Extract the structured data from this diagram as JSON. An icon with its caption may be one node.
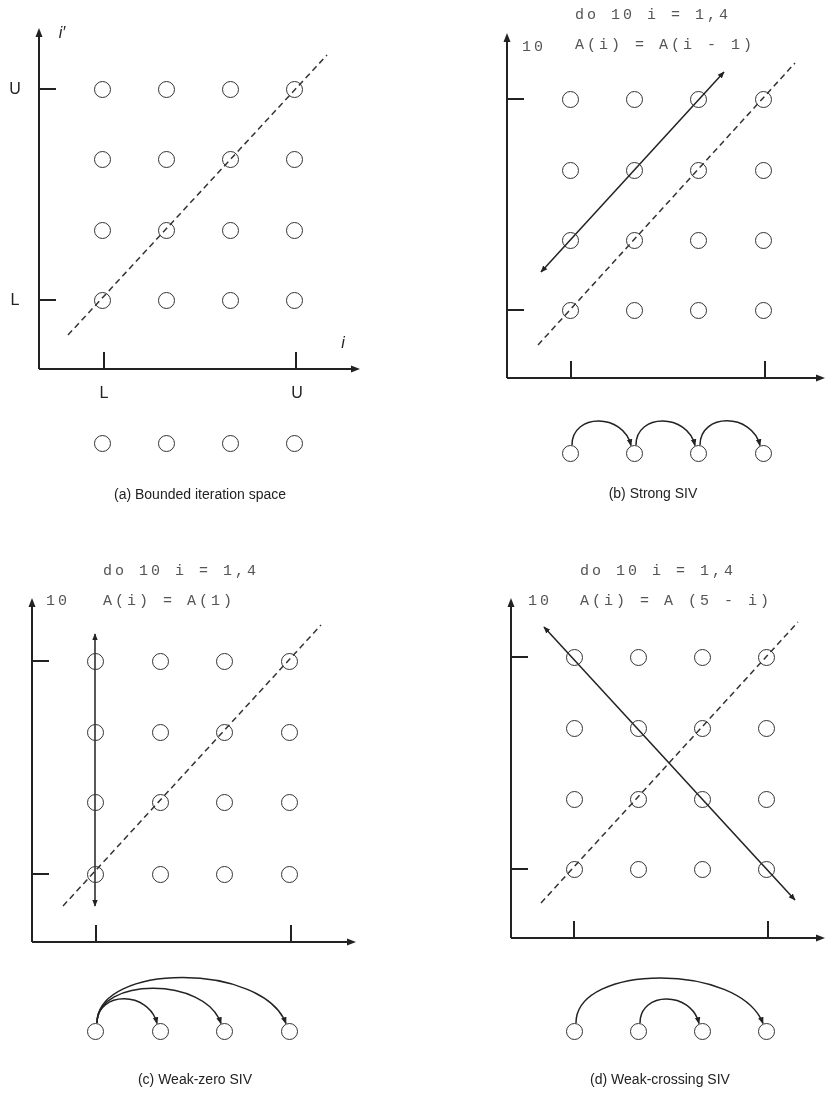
{
  "diagram": {
    "nodes": [
      {
        "text": [],
        "shape": "circle"
      },
      {
        "text": [],
        "shape": "circle"
      },
      {
        "text": [],
        "shape": "circle"
      },
      {
        "text": [],
        "shape": "circle"
      },
      {
        "text": [],
        "shape": "circle"
      },
      {
        "text": [],
        "shape": "circle"
      },
      {
        "text": [],
        "shape": "circle"
      },
      {
        "text": [],
        "shape": "circle"
      },
      {
        "text": [],
        "shape": "circle"
      },
      {
        "text": [],
        "shape": "circle"
      },
      {
        "text": [],
        "shape": "circle"
      },
      {
        "text": [],
        "shape": "circle"
      },
      {
        "text": [],
        "shape": "circle"
      },
      {
        "text": [],
        "shape": "circle"
      },
      {
        "text": [],
        "shape": "circle"
      },
      {
        "text": [],
        "shape": "circle"
      },
      {
        "text": [],
        "shape": "circle"
      },
      {
        "text": [],
        "shape": "circle"
      },
      {
        "text": [],
        "shape": "circle"
      },
      {
        "text": [],
        "shape": "circle"
      },
      {
        "text": [],
        "shape": "circle"
      },
      {
        "text": [],
        "shape": "circle"
      },
      {
        "text": [],
        "shape": "circle"
      },
      {
        "text": [],
        "shape": "circle"
      },
      {
        "text": [],
        "shape": "circle"
      },
      {
        "text": [],
        "shape": "circle"
      },
      {
        "text": [],
        "shape": "circle"
      },
      {
        "text": [],
        "shape": "circle"
      },
      {
        "text": [],
        "shape": "circle"
      },
      {
        "text": [],
        "shape": "circle"
      },
      {
        "text": [],
        "shape": "circle"
      },
      {
        "text": [],
        "shape": "circle"
      },
      {
        "text": [],
        "shape": "circle"
      },
      {
        "text": [],
        "shape": "circle"
      },
      {
        "text": [],
        "shape": "circle"
      },
      {
        "text": [],
        "shape": "circle"
      },
      {
        "text": [],
        "shape": "circle"
      },
      {
        "text": [],
        "shape": "circle"
      },
      {
        "text": [],
        "shape": "circle"
      },
      {
        "text": [],
        "shape": "circle"
      },
      {
        "text": [],
        "shape": "circle"
      },
      {
        "text": [],
        "shape": "circle"
      },
      {
        "text": [],
        "shape": "circle"
      },
      {
        "text": [],
        "shape": "circle"
      },
      {
        "text": [],
        "shape": "circle"
      },
      {
        "text": [],
        "shape": "circle"
      },
      {
        "text": [],
        "shape": "circle"
      },
      {
        "text": [],
        "shape": "circle"
      },
      {
        "text": [],
        "shape": "circle"
      },
      {
        "text": [],
        "shape": "circle"
      },
      {
        "text": [],
        "shape": "circle"
      },
      {
        "text": [],
        "shape": "circle"
      },
      {
        "text": [],
        "shape": "circle"
      },
      {
        "text": [],
        "shape": "circle"
      },
      {
        "text": [],
        "shape": "circle"
      },
      {
        "text": [],
        "shape": "circle"
      },
      {
        "text": [],
        "shape": "circle"
      },
      {
        "text": [],
        "shape": "circle"
      },
      {
        "text": [],
        "shape": "circle"
      },
      {
        "text": [],
        "shape": "circle"
      },
      {
        "text": [],
        "shape": "circle"
      },
      {
        "text": [],
        "shape": "circle"
      },
      {
        "text": [],
        "shape": "circle"
      },
      {
        "text": [],
        "shape": "circle"
      },
      {
        "text": [],
        "shape": "circle"
      },
      {
        "text": [],
        "shape": "circle"
      },
      {
        "text": [],
        "shape": "circle"
      },
      {
        "text": [],
        "shape": "circle"
      },
      {
        "text": [],
        "shape": "circle"
      },
      {
        "text": [],
        "shape": "circle"
      },
      {
        "text": [],
        "shape": "circle"
      },
      {
        "text": [],
        "shape": "circle"
      },
      {
        "text": [],
        "shape": "circle"
      },
      {
        "text": [],
        "shape": "circle"
      },
      {
        "text": [],
        "shape": "circle"
      },
      {
        "text": [],
        "shape": "circle"
      },
      {
        "text": [],
        "shape": "circle"
      },
      {
        "text": [],
        "shape": "circle"
      },
      {
        "text": [],
        "shape": "circle"
      },
      {
        "text": [],
        "shape": "circle"
      }
    ],
    "edges": [
      {
        "from": 36,
        "to": 37,
        "arrow": "to"
      },
      {
        "from": 37,
        "to": 38,
        "arrow": "to"
      },
      {
        "from": 38,
        "to": 39,
        "arrow": "to"
      },
      {
        "from": 56,
        "to": 57,
        "arrow": "to"
      },
      {
        "from": 56,
        "to": 58,
        "arrow": "to"
      },
      {
        "from": 56,
        "to": 59,
        "arrow": "to"
      },
      {
        "from": 76,
        "to": 79,
        "arrow": "to"
      },
      {
        "from": 77,
        "to": 78,
        "arrow": "to"
      }
    ],
    "labels": [
      "i′",
      "U",
      "L",
      "i",
      "L",
      "U",
      "do 10 i = 1,4",
      "10",
      "A(i) = A(i - 1)",
      "(a) Bounded iteration space",
      "(b) Strong SIV",
      "do 10 i = 1,4",
      "10",
      "A(i) = A(1)",
      "do 10 i = 1,4",
      "10",
      "A(i) = A (5 - i)",
      "(c) Weak-zero SIV",
      "(d) Weak-crossing SIV"
    ]
  }
}
